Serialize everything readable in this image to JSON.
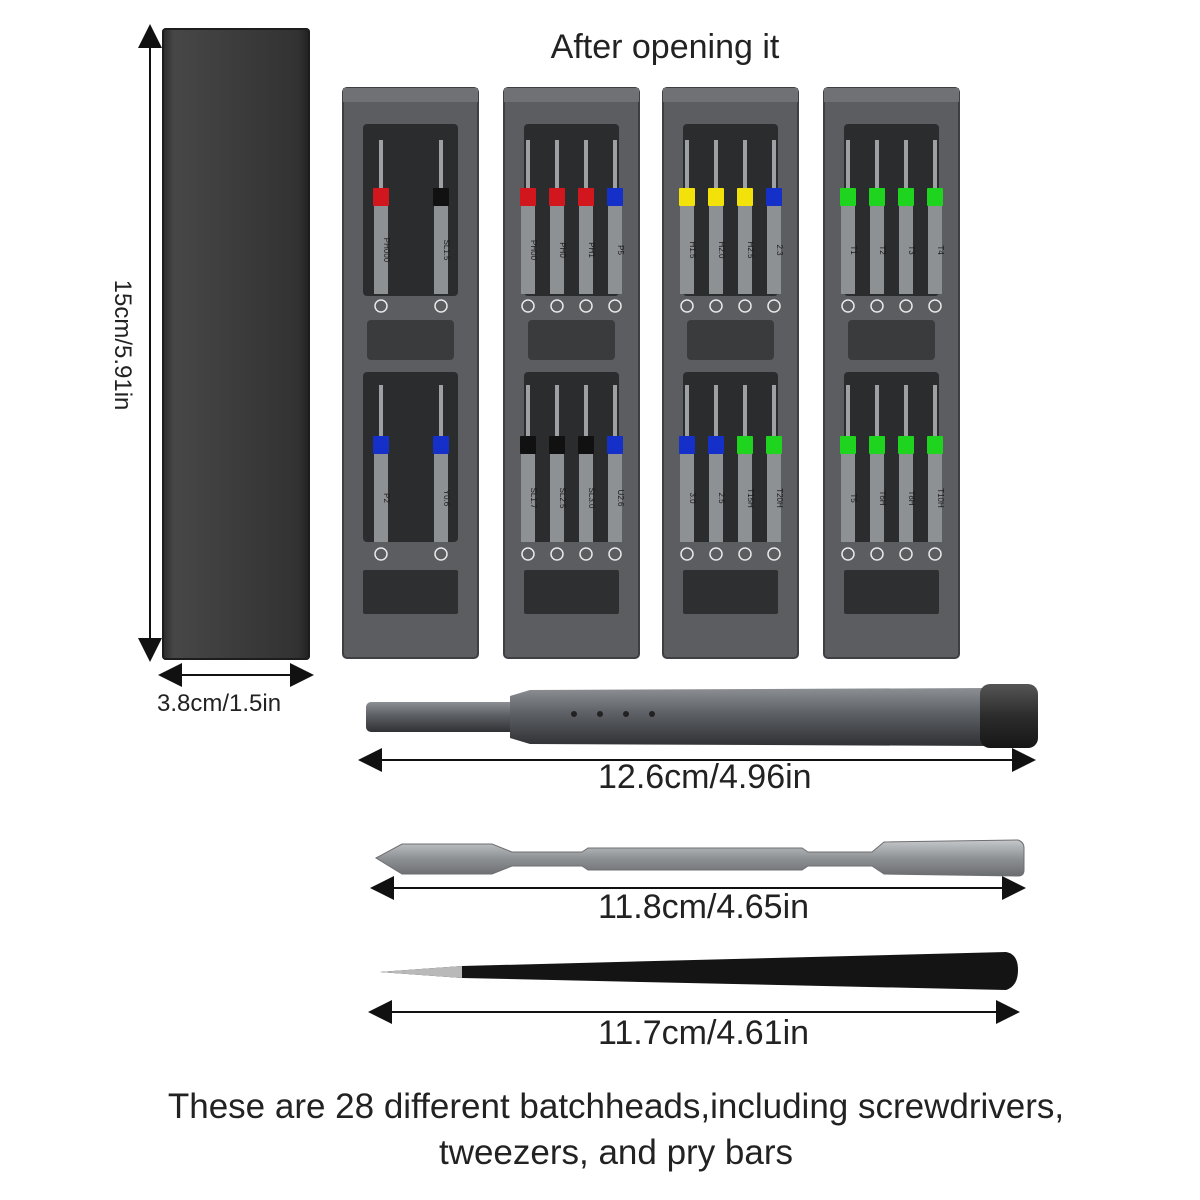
{
  "title": "After opening it",
  "case": {
    "height_label": "15cm/5.91in",
    "width_label": "3.8cm/1.5in"
  },
  "tools": [
    {
      "name": "handle",
      "label": "12.6cm/4.96in"
    },
    {
      "name": "pry-bar",
      "label": "11.8cm/4.65in"
    },
    {
      "name": "tweezers",
      "label": "11.7cm/4.61in"
    }
  ],
  "trays": [
    {
      "top_bits": [
        "PH000",
        "SL1.5"
      ],
      "bottom_bits": [
        "P2",
        "Y0.6"
      ]
    },
    {
      "top_bits": [
        "PH00",
        "PH0",
        "PH1",
        "P5"
      ],
      "bottom_bits": [
        "SL1.7",
        "SL2.5",
        "SL3.0",
        "U2.6"
      ]
    },
    {
      "top_bits": [
        "H1.5",
        "H2.0",
        "H2.5",
        "2.3"
      ],
      "bottom_bits": [
        "3.0",
        "2.5",
        "T15H",
        "T20H"
      ]
    },
    {
      "top_bits": [
        "T1",
        "T2",
        "T3",
        "T4"
      ],
      "bottom_bits": [
        "T5",
        "T6H",
        "T8H",
        "T10H"
      ]
    }
  ],
  "colors": {
    "red": "#d2161e",
    "black": "#111111",
    "blue": "#1530c8",
    "yellow": "#f2e20a",
    "green": "#1fd41f",
    "tray": "#5b5d60",
    "case": "#3a3a3a"
  },
  "footer": {
    "line1": "These are 28 different batchheads,including screwdrivers,",
    "line2": "tweezers, and pry bars"
  }
}
